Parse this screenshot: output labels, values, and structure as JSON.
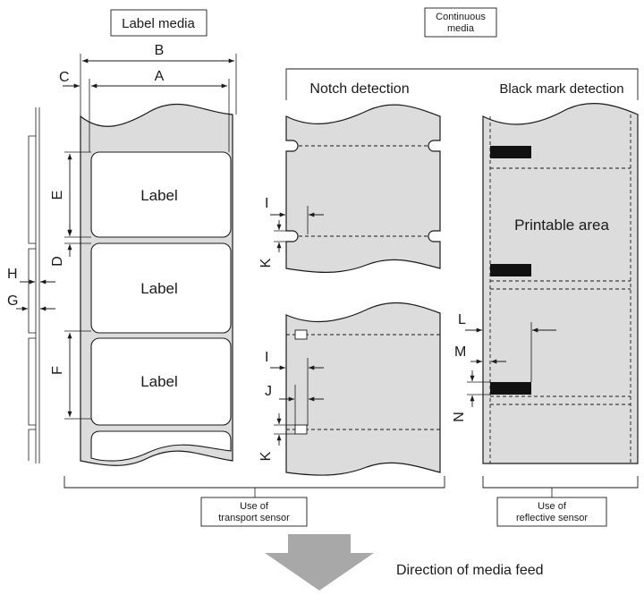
{
  "headers": {
    "label_media": "Label media",
    "continuous_media": [
      "Continuous",
      "media"
    ],
    "notch_detection": "Notch detection",
    "black_mark_detection": "Black mark detection"
  },
  "labels": [
    "Label",
    "Label",
    "Label"
  ],
  "printable_area": "Printable area",
  "dimension_letters": {
    "A": "A",
    "B": "B",
    "C": "C",
    "D": "D",
    "E": "E",
    "F": "F",
    "G": "G",
    "H": "H",
    "I": "I",
    "J": "J",
    "K": "K",
    "L": "L",
    "M": "M",
    "N": "N"
  },
  "sensor_groups": {
    "transport": [
      "Use of",
      "transport sensor"
    ],
    "reflective": [
      "Use of",
      "reflective sensor"
    ]
  },
  "feed_direction": "Direction of media feed",
  "colors": {
    "media_fill": "#dcdcdc",
    "arrow": "#a8a8a8",
    "mark": "#111111"
  }
}
